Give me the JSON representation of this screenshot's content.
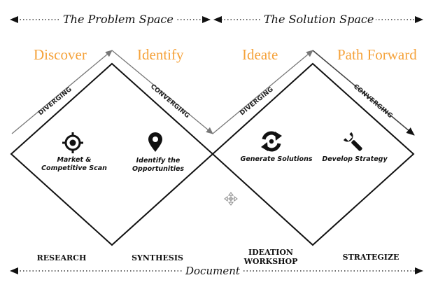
{
  "header": {
    "problem_space": "The Problem Space",
    "solution_space": "The Solution Space"
  },
  "phases": {
    "discover": "Discover",
    "identify": "Identify",
    "ideate": "Ideate",
    "path_forward": "Path Forward"
  },
  "directions": {
    "left_diverging": "DIVERGING",
    "left_converging": "CONVERGING",
    "right_diverging": "DIVERGING",
    "right_converging": "CONVERGING"
  },
  "activities": {
    "market_scan": "Market & Competitive Scan",
    "identify_opportunities": "Identify the Opportunities",
    "generate_solutions": "Generate Solutions",
    "develop_strategy": "Develop Strategy"
  },
  "icons": {
    "market_scan": "target-icon",
    "identify_opportunities": "location-pin-icon",
    "generate_solutions": "refresh-icon",
    "develop_strategy": "wrench-icon",
    "canvas_handle": "move-handle-icon"
  },
  "stages": {
    "research": "RESEARCH",
    "synthesis": "SYNTHESIS",
    "ideation": "IDEATION WORKSHOP",
    "strategize": "STRATEGIZE"
  },
  "footer": {
    "document": "Document"
  },
  "colors": {
    "phase_text": "#f5a23a",
    "line": "#111111",
    "arrow": "#777777"
  }
}
